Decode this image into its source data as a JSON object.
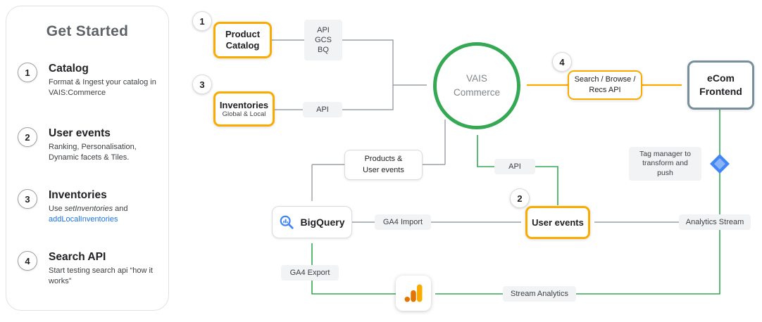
{
  "panel": {
    "title": "Get Started",
    "items": [
      {
        "num": "1",
        "title": "Catalog",
        "desc": "Format & Ingest your catalog in VAIS:Commerce"
      },
      {
        "num": "2",
        "title": "User events",
        "desc": "Ranking, Personalisation, Dynamic facets & Tiles."
      },
      {
        "num": "3",
        "title": "Inventories",
        "desc_use": "Use ",
        "desc_set": "setInventories",
        "desc_and": " and ",
        "desc_add": "addLocalInventories"
      },
      {
        "num": "4",
        "title": "Search API",
        "desc": "Start testing search api “how it works”"
      }
    ]
  },
  "diagram": {
    "badges": {
      "catalog": "1",
      "inventories": "3",
      "user_events": "2",
      "search": "4"
    },
    "product_catalog": {
      "line1": "Product",
      "line2": "Catalog"
    },
    "ingest_methods": {
      "line1": "API",
      "line2": "GCS",
      "line3": "BQ"
    },
    "inventories": {
      "label": "Inventories",
      "sub": "Global & Local"
    },
    "inventories_api": "API",
    "vais": {
      "line1": "VAIS",
      "line2": "Commerce"
    },
    "search_api": {
      "line1": "Search / Browse /",
      "line2": "Recs API"
    },
    "ecom": {
      "line1": "eCom",
      "line2": "Frontend"
    },
    "products_events": {
      "line1": "Products &",
      "line2": "User events"
    },
    "events_api": "API",
    "user_events": "User events",
    "bigquery": "BigQuery",
    "ga4_import": "GA4 Import",
    "tag_manager": {
      "line1": "Tag manager to",
      "line2": "transform and",
      "line3": "push"
    },
    "analytics_stream": "Analytics Stream",
    "ga4_export": "GA4 Export",
    "stream_analytics": "Stream Analytics"
  },
  "colors": {
    "accent_yellow": "#F9AB00",
    "accent_green": "#34A853",
    "accent_blue": "#4285F4",
    "ecom_border": "#78909C",
    "link_blue": "#1A73E8",
    "gray_box": "#F1F3F4"
  }
}
